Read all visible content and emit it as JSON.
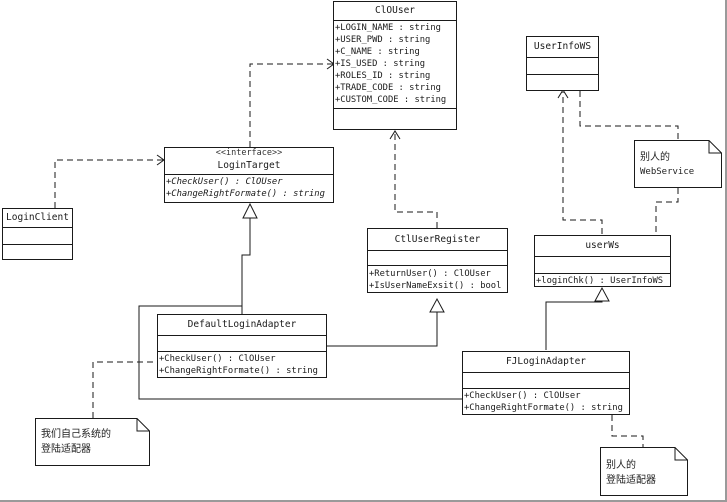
{
  "diagram": {
    "type": "UML class diagram (Adapter pattern)",
    "classes": [
      {
        "id": "ClOUser",
        "name": "ClOUser",
        "attributes": [
          "+LOGIN_NAME : string",
          "+USER_PWD : string",
          "+C_NAME : string",
          "+IS_USED : string",
          "+ROLES_ID : string",
          "+TRADE_CODE : string",
          "+CUSTOM_CODE : string"
        ],
        "operations": []
      },
      {
        "id": "LoginTarget",
        "stereotype": "<<interface>>",
        "name": "LoginTarget",
        "attributes": [],
        "operations": [
          "+CheckUser() : ClOUser",
          "+ChangeRightFormate() : string"
        ]
      },
      {
        "id": "LoginClient",
        "name": "LoginClient",
        "attributes": [],
        "operations": []
      },
      {
        "id": "CtlUserRegister",
        "name": "CtlUserRegister",
        "attributes": [],
        "operations": [
          "+ReturnUser() : ClOUser",
          "+IsUserNameExsit() : bool"
        ]
      },
      {
        "id": "UserInfoWS",
        "name": "UserInfoWS",
        "attributes": [],
        "operations": []
      },
      {
        "id": "userWs",
        "name": "userWs",
        "attributes": [],
        "operations": [
          "+loginChk() : UserInfoWS"
        ]
      },
      {
        "id": "DefaultLoginAdapter",
        "name": "DefaultLoginAdapter",
        "attributes": [],
        "operations": [
          "+CheckUser() : ClOUser",
          "+ChangeRightFormate() : string"
        ]
      },
      {
        "id": "FJLoginAdapter",
        "name": "FJLoginAdapter",
        "attributes": [],
        "operations": [
          "+CheckUser() : ClOUser",
          "+ChangeRightFormate() : string"
        ]
      }
    ],
    "notes": [
      {
        "id": "note-webservice",
        "lines": [
          "别人的",
          "WebService"
        ]
      },
      {
        "id": "note-own-adapter",
        "lines": [
          "我们自己系统的",
          "登陆适配器"
        ]
      },
      {
        "id": "note-other-adapter",
        "lines": [
          "别人的",
          "登陆适配器"
        ]
      }
    ],
    "relationships": [
      {
        "from": "LoginClient",
        "to": "LoginTarget",
        "kind": "dependency"
      },
      {
        "from": "LoginTarget",
        "to": "ClOUser",
        "kind": "dependency"
      },
      {
        "from": "CtlUserRegister",
        "to": "ClOUser",
        "kind": "dependency"
      },
      {
        "from": "userWs",
        "to": "UserInfoWS",
        "kind": "dependency"
      },
      {
        "from": "DefaultLoginAdapter",
        "to": "LoginTarget",
        "kind": "realization"
      },
      {
        "from": "FJLoginAdapter",
        "to": "LoginTarget",
        "kind": "realization"
      },
      {
        "from": "DefaultLoginAdapter",
        "to": "CtlUserRegister",
        "kind": "generalization"
      },
      {
        "from": "FJLoginAdapter",
        "to": "userWs",
        "kind": "generalization"
      },
      {
        "from": "note-webservice",
        "to": "UserInfoWS",
        "kind": "note-link"
      },
      {
        "from": "note-webservice",
        "to": "userWs",
        "kind": "note-link"
      },
      {
        "from": "note-own-adapter",
        "to": "DefaultLoginAdapter",
        "kind": "note-link"
      },
      {
        "from": "note-other-adapter",
        "to": "FJLoginAdapter",
        "kind": "note-link"
      }
    ]
  }
}
